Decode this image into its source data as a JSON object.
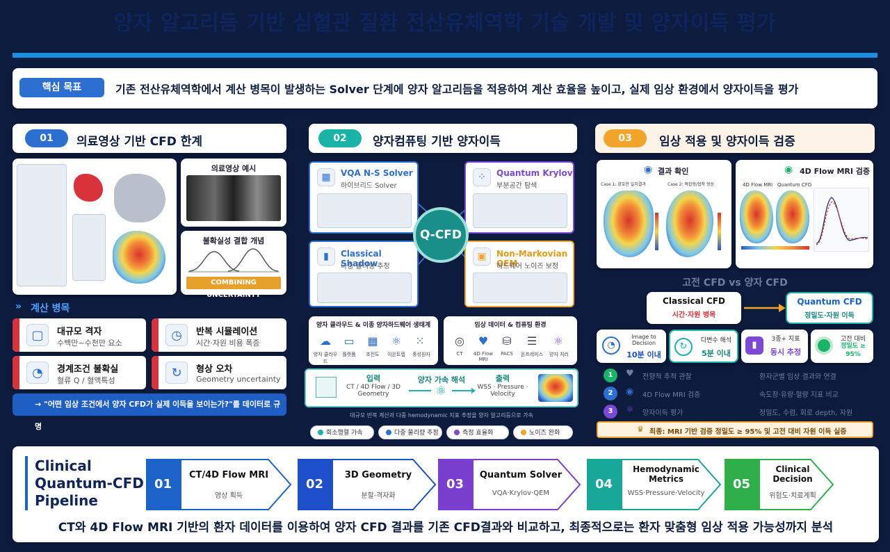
{
  "title": "양자 알고리듬 기반 심혈관 질환 전산유체역학 기술 개발 및 양자이득 평가",
  "goal": {
    "tag": "핵심 목표",
    "text": "기존 전산유체역학에서 계산 병목이 발생하는 Solver 단계에 양자 알고리듬을 적용하여 계산 효율을 높이고, 실제 임상 환경에서 양자이득을 평가"
  },
  "sections": [
    {
      "num": "01",
      "title": "의료영상 기반 CFD 한계",
      "color": "#2d6fd1"
    },
    {
      "num": "02",
      "title": "양자컴퓨팅 기반 양자이득",
      "color": "#19b3a8"
    },
    {
      "num": "03",
      "title": "임상 적용 및 양자이득 검증",
      "color": "#f2a52a"
    }
  ],
  "sec1": {
    "image_caption": "의료영상 예시",
    "uncertainty_title": "불확실성 결합 개념",
    "uncertainty_banner": "COMBINING UNCERTAINTY",
    "bottleneck_header": "계산 병목",
    "bottlenecks": [
      {
        "title": "대규모 격자",
        "sub": "수백만~수천만 요소"
      },
      {
        "title": "반복 시뮬레이션",
        "sub": "시간·자원 비용 폭증"
      },
      {
        "title": "경계조건 불확실",
        "sub": "혈류 Q / 혈액특성"
      },
      {
        "title": "형상 오차",
        "sub": "Geometry uncertainty"
      }
    ],
    "question": "→ \"어떤 임상 조건에서 양자 CFD가 실제 이득을 보이는가?\"를 데이터로 규명"
  },
  "sec2": {
    "center": "Q-CFD",
    "boxes": [
      {
        "title": "VQA N-S Solver",
        "sub": "하이브리드 Solver",
        "color": "#2d6fd1"
      },
      {
        "title": "Quantum Krylov",
        "sub": "부분공간 탐색",
        "color": "#7b49d6"
      },
      {
        "title": "Classical Shadow",
        "sub": "다중 물리량 추정",
        "color": "#2d6fd1"
      },
      {
        "title": "Non-Markovian QEM",
        "sub": "하드웨어 노이즈 보정",
        "color": "#f2a52a"
      }
    ],
    "cloud_title": "양자 클라우드 & 이종 양자하드웨어 생태계",
    "cloud_items": [
      "양자 클라우드",
      "플랫폼",
      "초전도",
      "이온트랩",
      "중성원자"
    ],
    "data_title": "임상 데이터 & 컴퓨팅 환경",
    "data_items": [
      "CT",
      "4D Flow MRI",
      "PACS",
      "온프레미스",
      "양자 처리"
    ],
    "flow": {
      "input_label": "입력",
      "input_sub": "CT / 4D Flow / 3D Geometry",
      "mid_label": "양자 가속 해석",
      "output_label": "출력",
      "output_sub": "WSS · Pressure · Velocity"
    },
    "note": "대규모 반복 계산과 다중 hemodynamic 지표 추정을 양자 알고리듬으로 가속",
    "pills": [
      {
        "label": "회소행렬 가속",
        "color": "#19b3a8"
      },
      {
        "label": "다중 물리량 추정",
        "color": "#2d6fd1"
      },
      {
        "label": "측정 효율화",
        "color": "#7b49d6"
      },
      {
        "label": "노이즈 완화",
        "color": "#f2a52a"
      }
    ]
  },
  "sec3": {
    "result_title": "결과 확인",
    "case1": "Case 1: 양호한 일치결과",
    "case2": "Case 2: 복잡형/협착 형상",
    "flow_title": "4D Flow MRI 검증",
    "flow_sub1": "4D Flow MRI",
    "flow_sub2": "Quantum CFD",
    "compare_title": "고전 CFD vs 양자 CFD",
    "classical": {
      "title": "Classical CFD",
      "sub": "시간·자원 병목"
    },
    "quantum": {
      "title": "Quantum CFD",
      "sub": "정밀도·자원 이득"
    },
    "metrics": [
      {
        "title": "Image to Decision",
        "value": "10분 이내"
      },
      {
        "title": "다변수 해석",
        "value": "5분 이내"
      },
      {
        "title": "3종+ 지표",
        "value": "동시 추정"
      },
      {
        "title": "고전 대비",
        "value": "정밀도 ≥ 95%"
      }
    ],
    "list": [
      {
        "num": "1",
        "label": "전향적 추적 관찰",
        "desc": "환자군별 임상 결과와 연결",
        "color": "#19b36a"
      },
      {
        "num": "2",
        "label": "4D Flow MRI 검증",
        "desc": "속도장·유량·혈량 지표 비교",
        "color": "#2d6fd1"
      },
      {
        "num": "3",
        "label": "양자이득 평가",
        "desc": "정밀도, 수렴, 회로 depth, 자원",
        "color": "#7b49d6"
      }
    ],
    "final": "최종: MRI 기반 검증 정밀도 ≥ 95% 및 고전 대비 자원 이득 실증"
  },
  "pipeline": {
    "title_lines": [
      "Clinical",
      "Quantum-CFD",
      "Pipeline"
    ],
    "steps": [
      {
        "num": "01",
        "title": "CT/4D Flow MRI",
        "sub": "영상 획득",
        "color": "#1c63c9"
      },
      {
        "num": "02",
        "title": "3D Geometry",
        "sub": "분할·격자화",
        "color": "#1c4fc9"
      },
      {
        "num": "03",
        "title": "Quantum Solver",
        "sub": "VQA·Krylov·QEM",
        "color": "#7b3fd0"
      },
      {
        "num": "04",
        "title": "Hemodynamic Metrics",
        "sub": "WSS·Pressure·Velocity",
        "color": "#17a89a"
      },
      {
        "num": "05",
        "title": "Clinical Decision",
        "sub": "위험도·치료계획",
        "color": "#2eaf4a"
      }
    ],
    "summary": "CT와 4D Flow MRI 기반의 환자 데이터를 이용하여 양자 CFD 결과를 기존 CFD결과와 비교하고, 최종적으로는 환자 맞춤형 임상 적용 가능성까지 분석"
  }
}
